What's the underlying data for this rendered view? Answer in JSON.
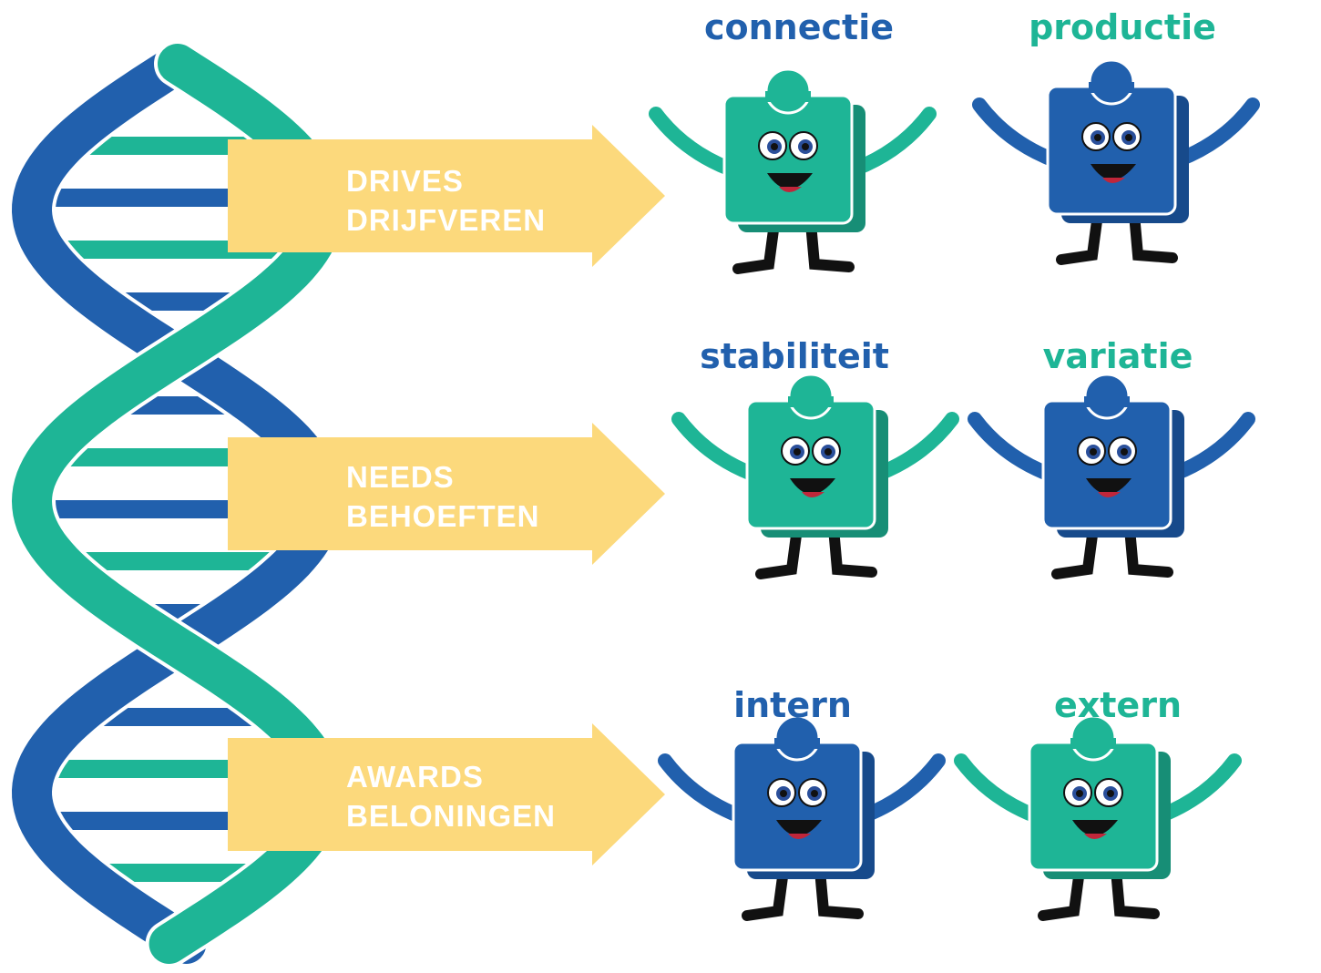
{
  "colors": {
    "background": "#ffffff",
    "arrow": "#fcd97c",
    "arrow_text": "#ffffff",
    "blue": "#2160ad",
    "blue_dark": "#174a8b",
    "teal": "#1eb596",
    "teal_dark": "#178e76",
    "title_blue": "#2160ad",
    "title_teal": "#1eb596"
  },
  "arrows": [
    {
      "line1": "DRIVES",
      "line2": "DRIJFVEREN"
    },
    {
      "line1": "NEEDS",
      "line2": "BEHOEFTEN"
    },
    {
      "line1": "AWARDS",
      "line2": "BELONINGEN"
    }
  ],
  "characters": [
    {
      "title": "connectie",
      "title_color": "blue",
      "body_color": "teal",
      "pose": "open-arms"
    },
    {
      "title": "productie",
      "title_color": "teal",
      "body_color": "blue",
      "pose": "thinking-suit"
    },
    {
      "title": "stabiliteit",
      "title_color": "blue",
      "body_color": "teal",
      "pose": "clipboard"
    },
    {
      "title": "variatie",
      "title_color": "teal",
      "body_color": "blue",
      "pose": "hiker"
    },
    {
      "title": "intern",
      "title_color": "blue",
      "body_color": "blue",
      "pose": "fist-pump"
    },
    {
      "title": "extern",
      "title_color": "teal",
      "body_color": "teal",
      "pose": "treasure-chest"
    }
  ]
}
